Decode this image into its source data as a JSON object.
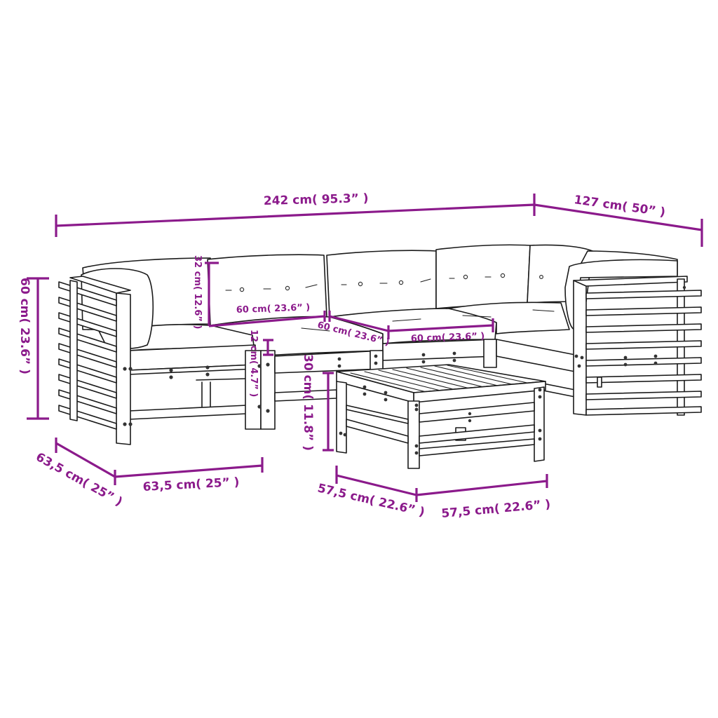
{
  "diagram": {
    "subject": "7-piece garden lounge set with cushions (sofa sections, corner sections, footstool)",
    "dimension_color": "#8b1a8b",
    "dimensions": {
      "total_width": "242 cm( 95.3” )",
      "total_depth": "127 cm( 50” )",
      "height": "60 cm( 23.6” )",
      "back_cushion_height": "32 cm( 12.6” )",
      "seat_cushion_thickness": "12 cm( 4.7” )",
      "section_width_1": "60 cm( 23.6” )",
      "section_width_2": "60 cm( 23.6” )",
      "section_width_3": "60 cm( 23.6” )",
      "footstool_height": "30 cm( 11.8” )",
      "corner_depth": "63,5 cm( 25” )",
      "corner_width": "63,5 cm( 25” )",
      "footstool_depth": "57,5 cm( 22.6” )",
      "footstool_width": "57,5 cm( 22.6” )"
    }
  }
}
